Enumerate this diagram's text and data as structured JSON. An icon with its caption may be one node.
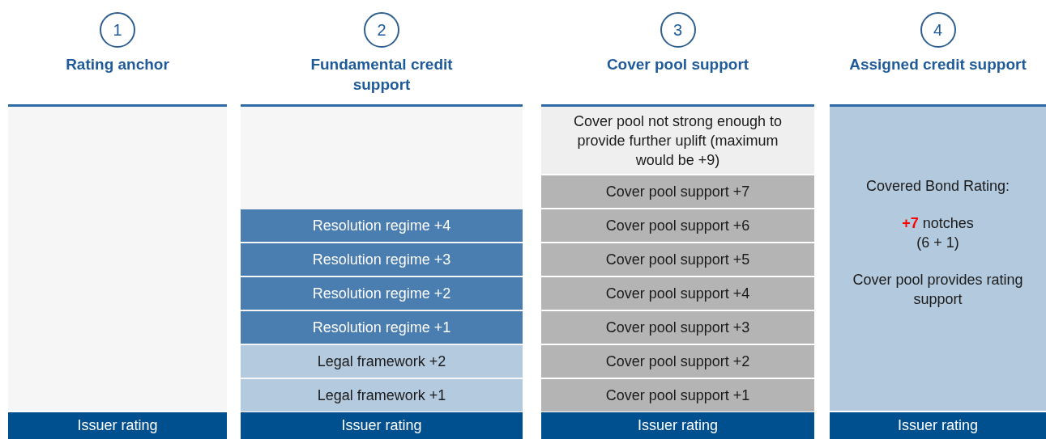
{
  "diagram": {
    "nodes": [
      {
        "text": [
          "1",
          "Rating anchor"
        ]
      },
      {
        "text": [
          "2",
          "Fundamental credit support"
        ]
      },
      {
        "text": [
          "3",
          "Cover pool support"
        ]
      },
      {
        "text": [
          "4",
          "Assigned credit support"
        ]
      },
      {
        "text": [
          "Issuer rating"
        ]
      },
      {
        "text": [
          "Resolution regime +4"
        ]
      },
      {
        "text": [
          "Resolution regime +3"
        ]
      },
      {
        "text": [
          "Resolution regime +2"
        ]
      },
      {
        "text": [
          "Resolution regime +1"
        ]
      },
      {
        "text": [
          "Legal framework +2"
        ]
      },
      {
        "text": [
          "Legal framework +1"
        ]
      },
      {
        "text": [
          "Issuer rating"
        ]
      },
      {
        "text": [
          "Cover pool not strong enough to provide further uplift (maximum would be +9)"
        ]
      },
      {
        "text": [
          "Cover pool support +7"
        ]
      },
      {
        "text": [
          "Cover pool support +6"
        ]
      },
      {
        "text": [
          "Cover pool support +5"
        ]
      },
      {
        "text": [
          "Cover pool support +4"
        ]
      },
      {
        "text": [
          "Cover pool support +3"
        ]
      },
      {
        "text": [
          "Cover pool support +2"
        ]
      },
      {
        "text": [
          "Cover pool support +1"
        ]
      },
      {
        "text": [
          "Issuer rating"
        ]
      },
      {
        "text": [
          "Covered Bond Rating:",
          "**+7** notches",
          "(6 + 1)",
          "Cover pool provides rating support"
        ]
      },
      {
        "text": [
          "Issuer rating"
        ]
      }
    ]
  }
}
